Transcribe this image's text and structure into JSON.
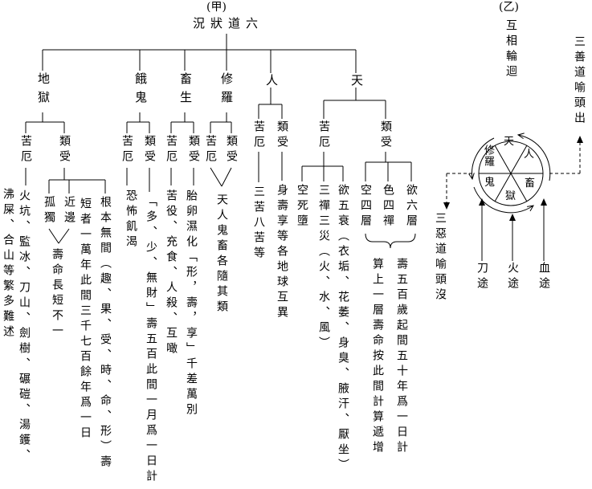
{
  "colors": {
    "ink": "#000000",
    "background": "#ffffff"
  },
  "section_a": {
    "tag": "(甲)",
    "title": "況狀道六",
    "suffering_header": "苦厄",
    "types_header": "類受",
    "realms": {
      "hell": {
        "label": "地獄",
        "suffering_label": "苦厄",
        "types_label": "類受",
        "suffering_col1": "火坑、監冰、刀山、劍樹、碾磑、湯鑊、",
        "suffering_col2": "沸屎、合山等繁多難述",
        "type_solitary": "孤獨",
        "type_adjacent": "近邊",
        "lifespan_note": "壽命長短不一",
        "type_root_col1": "根本無間（趣、果、受、時、命、形）壽",
        "type_root_col2": "短者一萬年此間三千七百餘年爲一日"
      },
      "hungry_ghost": {
        "label": "餓鬼",
        "suffering_label": "苦厄",
        "types_label": "類受",
        "suffering_text": "恐怖飢渴",
        "types_text": "「多、少、無財」壽五百此間一月爲一日計"
      },
      "animal": {
        "label": "畜生",
        "suffering_label": "苦厄",
        "types_label": "類受",
        "suffering_text": "苦役、充食、人殺、互噉",
        "types_text": "胎卵濕化「形，壽，享」千差萬別"
      },
      "asura": {
        "label": "修羅",
        "suffering_label": "苦厄",
        "types_label": "類受",
        "merged_text": "天人鬼畜各隨其類"
      },
      "human": {
        "label": "人",
        "suffering_label": "苦厄",
        "types_label": "類受",
        "suffering_text": "三苦八苦等",
        "types_text": "身壽享等各地球互異"
      },
      "heaven": {
        "label": "天",
        "suffering_label": "苦厄",
        "types_label": "類受",
        "suffering_items": [
          "空死墮",
          "三禪三災（火、水、風）",
          "欲五衰（衣垢、花萎、身臭、腋汗、厭坐）"
        ],
        "types_items": [
          "空四層",
          "色四禪",
          "欲六層"
        ],
        "types_note_col1": "壽五百歲起間五十年爲一日計",
        "types_note_col2": "算上一層壽命按此間計算遞增"
      }
    }
  },
  "section_b": {
    "tag": "(乙)",
    "title": "互相輪迴",
    "wheel_sectors": {
      "heaven": "天",
      "human": "人",
      "animal": "畜",
      "hell": "獄",
      "ghost": "鬼",
      "asura": "修羅"
    },
    "good_paths_note": "三善道喻頭出",
    "evil_paths_note": "三惡道喻頭沒",
    "three_paths": {
      "blade": "刀途",
      "fire": "火途",
      "blood": "血途"
    }
  }
}
